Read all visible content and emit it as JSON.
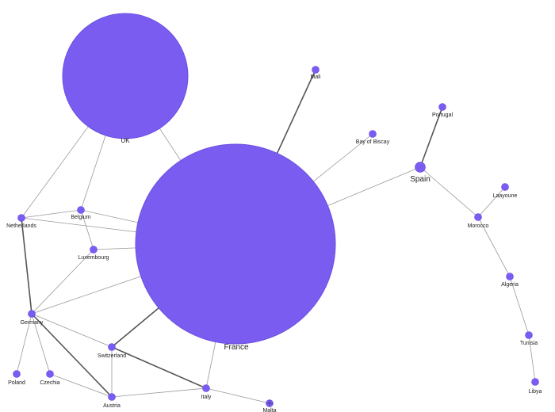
{
  "accent": "#7b5cf0",
  "nodes": [
    {
      "id": "uk",
      "label": "UK",
      "big": true
    },
    {
      "id": "france",
      "label": "France",
      "big": true
    },
    {
      "id": "mali",
      "label": "Mali"
    },
    {
      "id": "portugal",
      "label": "Portugal"
    },
    {
      "id": "bay_of_biscay",
      "label": "Bay of Biscay"
    },
    {
      "id": "spain",
      "label": "Spain"
    },
    {
      "id": "layoune",
      "label": "Laayoune"
    },
    {
      "id": "morocco",
      "label": "Morocco"
    },
    {
      "id": "algeria",
      "label": "Algeria"
    },
    {
      "id": "tunisia",
      "label": "Tunisia"
    },
    {
      "id": "libya",
      "label": "Libya"
    },
    {
      "id": "netherlands",
      "label": "Netherlands"
    },
    {
      "id": "belgium",
      "label": "Belgium"
    },
    {
      "id": "luxembourg",
      "label": "Luxembourg"
    },
    {
      "id": "germany",
      "label": "Germany"
    },
    {
      "id": "switzerland",
      "label": "Switzerland"
    },
    {
      "id": "poland",
      "label": "Poland"
    },
    {
      "id": "czechia",
      "label": "Czechia"
    },
    {
      "id": "austria",
      "label": "Austria"
    },
    {
      "id": "italy",
      "label": "Italy"
    },
    {
      "id": "malta",
      "label": "Malta"
    }
  ],
  "links": [
    [
      "uk",
      "netherlands"
    ],
    [
      "uk",
      "belgium"
    ],
    [
      "uk",
      "france"
    ],
    [
      "france",
      "mali"
    ],
    [
      "france",
      "bay_of_biscay"
    ],
    [
      "france",
      "spain"
    ],
    [
      "france",
      "belgium"
    ],
    [
      "france",
      "netherlands"
    ],
    [
      "france",
      "luxembourg"
    ],
    [
      "france",
      "germany"
    ],
    [
      "france",
      "switzerland"
    ],
    [
      "france",
      "italy"
    ],
    [
      "spain",
      "portugal"
    ],
    [
      "spain",
      "morocco"
    ],
    [
      "morocco",
      "layoune"
    ],
    [
      "morocco",
      "algeria"
    ],
    [
      "algeria",
      "tunisia"
    ],
    [
      "tunisia",
      "libya"
    ],
    [
      "netherlands",
      "belgium"
    ],
    [
      "netherlands",
      "germany"
    ],
    [
      "belgium",
      "luxembourg"
    ],
    [
      "luxembourg",
      "germany"
    ],
    [
      "germany",
      "switzerland"
    ],
    [
      "germany",
      "poland"
    ],
    [
      "germany",
      "czechia"
    ],
    [
      "germany",
      "austria"
    ],
    [
      "switzerland",
      "austria"
    ],
    [
      "switzerland",
      "italy"
    ],
    [
      "austria",
      "italy"
    ],
    [
      "czechia",
      "austria"
    ],
    [
      "italy",
      "malta"
    ]
  ]
}
